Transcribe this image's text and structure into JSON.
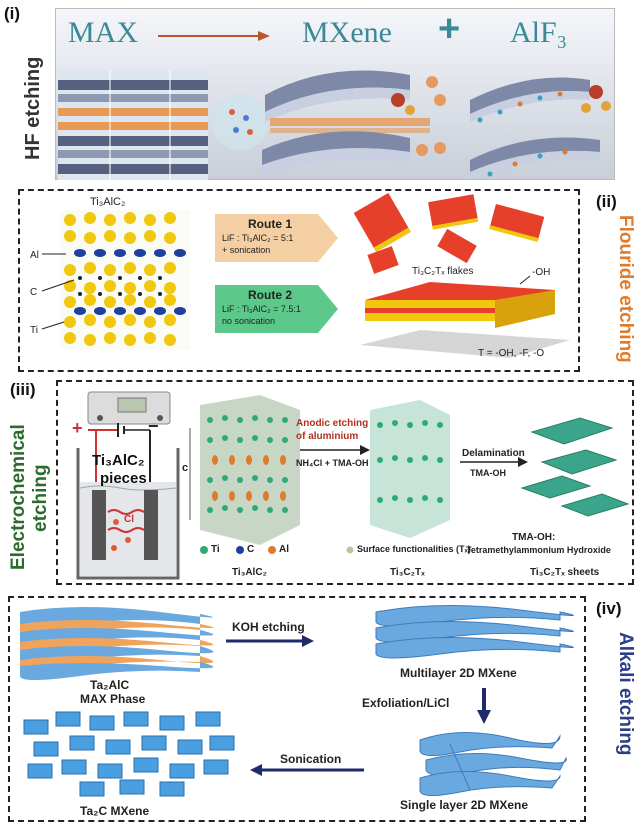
{
  "panel_i": {
    "label": "(i)",
    "side_title": "HF etching",
    "max": "MAX",
    "mxene": "MXene",
    "plus": "+",
    "alf3": "AlF₃"
  },
  "panel_ii": {
    "label": "(ii)",
    "side_title": "Flouride etching",
    "precursor": "Ti₃AlC₂",
    "atom_al": "Al",
    "atom_c": "C",
    "atom_ti": "Ti",
    "route1_title": "Route 1",
    "route1_line1": "LiF : Ti₃AlC₂ = 5:1",
    "route1_line2": "+ sonication",
    "route2_title": "Route 2",
    "route2_line1": "LiF : Ti₃AlC₂ = 7.5:1",
    "route2_line2": "no sonication",
    "flakes": "Ti₃C₂Tₓ flakes",
    "oh": "-OH",
    "terminations": "T = -OH, -F, -O"
  },
  "panel_iii": {
    "label": "(iii)",
    "side_title_1": "Electrochemical",
    "side_title_2": "etching",
    "plus_sign": "+",
    "minus_sign": "−",
    "pieces_line1": "Ti₃AlC₂",
    "pieces_line2": "pieces",
    "cl": "Cl",
    "c_axis": "c",
    "anodic_1": "Anodic etching",
    "anodic_2": "of aluminium",
    "reagents": "NH₄Cl + TMA-OH",
    "delamination": "Delamination",
    "tma": "TMA-OH",
    "legend_ti": "Ti",
    "legend_c": "C",
    "legend_al": "Al",
    "surface": "Surface functionalities (Tₓ)",
    "tma_def_1": "TMA-OH:",
    "tma_def_2": "Tetramethylammonium Hydroxide",
    "cap_max": "Ti₃AlC₂",
    "cap_mid": "Ti₃C₂Tₓ",
    "cap_sheets": "Ti₃C₂Tₓ  sheets"
  },
  "panel_iv": {
    "label": "(iv)",
    "side_title": "Alkali etching",
    "max_1": "Ta₂AlC",
    "max_2": "MAX Phase",
    "koh": "KOH etching",
    "multilayer": "Multilayer 2D MXene",
    "exfoliation": "Exfoliation/LiCl",
    "single": "Single layer 2D MXene",
    "sonication": "Sonication",
    "product": "Ta₂C MXene"
  },
  "colors": {
    "teal": "#3a8a96",
    "orange": "#e07b2a",
    "green": "#2d6a2d",
    "navy": "#2b3e88",
    "ti": "#f2c80f",
    "c": "#222222",
    "al": "#1f3f9e",
    "mxene_green": "#3aa58a",
    "ta_blue": "#4a9fe0"
  }
}
